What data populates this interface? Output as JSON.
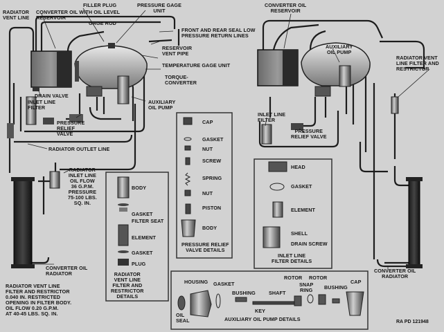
{
  "labels": {
    "radiator_vent_line": "RADIATOR\nVENT LINE",
    "converter_oil_reservoir_left": "CONVERTER OIL WITH OIL LEVEL\nRESERVOIR",
    "filler_plug": "FILLER PLUG",
    "gage_rod": "GAGE ROD",
    "pressure_gage_unit": "PRESSURE GAGE\nUNIT",
    "seal_return_lines": "FRONT AND REAR SEAL LOW\nPRESSURE RETURN LINES",
    "reservoir_vent_pipe": "RESERVOIR\nVENT PIPE",
    "temperature_gage_unit": "TEMPERATURE GAGE UNIT",
    "torque_converter": "TORQUE-\nCONVERTER",
    "drain_valve": "DRAIN VALVE",
    "inlet_line_filter_left": "INLET LINE\nFILTER",
    "auxiliary_oil_pump_left": "AUXILIARY\nOIL PUMP",
    "pressure_relief_valve_left": "PRESSURE\nRELIEF\nVALVE",
    "radiator_outlet_line": "RADIATOR OUTLET LINE",
    "radiator_inlet_line": "RADIATOR\nINLET LINE\nOIL FLOW\n36 G.P.M.\nPRESSURE\n75-100 LBS.\nSQ. IN.",
    "converter_oil_radiator_left": "CONVERTER OIL\nRADIATOR",
    "vent_note": "RADIATOR VENT LINE\nFILTER AND RESTRICTOR\n0.040 IN. RESTRICTED\nOPENING IN FILTER BODY.\nOIL FLOW 0.20 G.P.M.\nAT 40-45 LBS. SQ. IN.",
    "converter_oil_reservoir_right": "CONVERTER OIL\nRESERVOIR",
    "auxiliary_oil_pump_right": "AUXILIARY\nOIL PUMP",
    "radiator_vent_filter_right": "RADIATOR VENT\nLINE FILTER AND\nRESTRICTOR",
    "inlet_line_filter_right": "INLET LINE\nFILTER",
    "pressure_relief_valve_right": "PRESSURE\nRELIEF VALVE",
    "converter_oil_radiator_right": "CONVERTER OIL\nRADIATOR"
  },
  "vent_filter_details": {
    "parts": [
      "BODY",
      "GASKET",
      "FILTER SEAT",
      "ELEMENT",
      "GASKET",
      "PLUG"
    ],
    "caption": "RADIATOR\nVENT LINE\nFILTER AND\nRESTRICTOR\nDETAILS"
  },
  "relief_valve_details": {
    "parts": [
      "CAP",
      "GASKET",
      "NUT",
      "SCREW",
      "SPRING",
      "NUT",
      "PISTON",
      "BODY"
    ],
    "caption": "PRESSURE RELIEF\nVALVE DETAILS"
  },
  "inlet_filter_details": {
    "parts": [
      "HEAD",
      "GASKET",
      "ELEMENT",
      "SHELL",
      "DRAIN SCREW"
    ],
    "caption": "INLET LINE\nFILTER DETAILS"
  },
  "pump_details": {
    "parts": [
      "HOUSING",
      "GASKET",
      "BUSHING",
      "SHAFT",
      "ROTOR",
      "SNAP\nRING",
      "ROTOR",
      "BUSHING",
      "CAP",
      "KEY",
      "OIL\nSEAL"
    ],
    "caption": "AUXILIARY OIL PUMP DETAILS"
  },
  "figure_number": "RA PD 121948"
}
